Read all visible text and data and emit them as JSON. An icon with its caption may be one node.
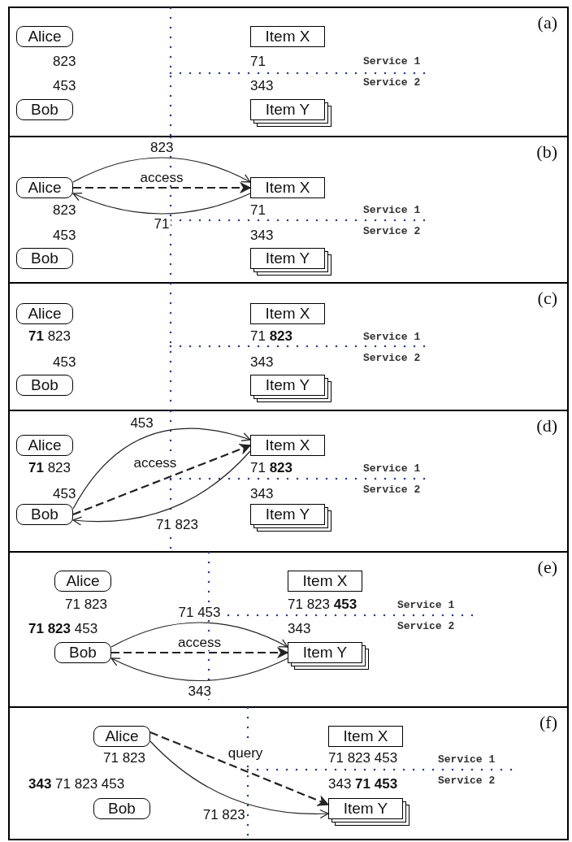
{
  "diagram": {
    "nodes": [
      {
        "text": [
          "(a)"
        ]
      },
      {
        "text": [
          "Alice"
        ],
        "in": 0,
        "beside": [
          "823"
        ]
      },
      {
        "text": [
          "Bob"
        ],
        "in": 0,
        "beside": [
          "453"
        ]
      },
      {
        "text": [
          "Item X"
        ],
        "in": 0,
        "beside": [
          "71"
        ]
      },
      {
        "text": [
          "Item Y"
        ],
        "in": 0,
        "beside": [
          "343"
        ]
      },
      {
        "text": [
          "(b)"
        ]
      },
      {
        "text": [
          "Alice"
        ],
        "in": 5,
        "beside": [
          "823"
        ]
      },
      {
        "text": [
          "Bob"
        ],
        "in": 5,
        "beside": [
          "453"
        ]
      },
      {
        "text": [
          "Item X"
        ],
        "in": 5,
        "beside": [
          "71"
        ]
      },
      {
        "text": [
          "Item Y"
        ],
        "in": 5,
        "beside": [
          "343"
        ]
      },
      {
        "text": [
          "(c)"
        ]
      },
      {
        "text": [
          "Alice"
        ],
        "in": 10,
        "beside": [
          "**71** 823"
        ]
      },
      {
        "text": [
          "Bob"
        ],
        "in": 10,
        "beside": [
          "453"
        ]
      },
      {
        "text": [
          "Item X"
        ],
        "in": 10,
        "beside": [
          "71 **823**"
        ]
      },
      {
        "text": [
          "Item Y"
        ],
        "in": 10,
        "beside": [
          "343"
        ]
      },
      {
        "text": [
          "(d)"
        ]
      },
      {
        "text": [
          "Alice"
        ],
        "in": 15,
        "beside": [
          "**71** 823"
        ]
      },
      {
        "text": [
          "Bob"
        ],
        "in": 15,
        "beside": [
          "453"
        ]
      },
      {
        "text": [
          "Item X"
        ],
        "in": 15,
        "beside": [
          "71 **823**"
        ]
      },
      {
        "text": [
          "Item Y"
        ],
        "in": 15,
        "beside": [
          "343"
        ]
      },
      {
        "text": [
          "(e)"
        ]
      },
      {
        "text": [
          "Alice"
        ],
        "in": 20,
        "beside": [
          "71 823"
        ]
      },
      {
        "text": [
          "Bob"
        ],
        "in": 20,
        "beside": [
          "**71 823** 453"
        ]
      },
      {
        "text": [
          "Item X"
        ],
        "in": 20,
        "beside": [
          "71 823 **453**"
        ]
      },
      {
        "text": [
          "Item Y"
        ],
        "in": 20,
        "beside": [
          "343"
        ]
      },
      {
        "text": [
          "(f)"
        ]
      },
      {
        "text": [
          "Alice"
        ],
        "in": 25,
        "beside": [
          "71 823"
        ]
      },
      {
        "text": [
          "Bob"
        ],
        "in": 25,
        "beside": [
          "**343** 71 823 453"
        ]
      },
      {
        "text": [
          "Item X"
        ],
        "in": 25,
        "beside": [
          "71 823 453"
        ]
      },
      {
        "text": [
          "Item Y"
        ],
        "in": 25,
        "beside": [
          "343 **71 453**"
        ]
      }
    ],
    "edges": [
      {
        "from": 6,
        "to": 8,
        "arrow": "to",
        "label": "823"
      },
      {
        "from": 6,
        "to": 8,
        "arrow": "to",
        "label": "access",
        "style": "dashed"
      },
      {
        "from": 8,
        "to": 6,
        "arrow": "to",
        "label": "71"
      },
      {
        "from": 17,
        "to": 18,
        "arrow": "to",
        "label": "453"
      },
      {
        "from": 17,
        "to": 18,
        "arrow": "to",
        "label": "access",
        "style": "dashed"
      },
      {
        "from": 18,
        "to": 17,
        "arrow": "to",
        "label": "71 823"
      },
      {
        "from": 22,
        "to": 24,
        "arrow": "to",
        "label": "71 453"
      },
      {
        "from": 22,
        "to": 24,
        "arrow": "to",
        "label": "access",
        "style": "dashed"
      },
      {
        "from": 24,
        "to": 22,
        "arrow": "to",
        "label": "343"
      },
      {
        "from": 26,
        "to": 29,
        "arrow": "to",
        "label": "query",
        "style": "dashed"
      },
      {
        "from": 26,
        "to": 29,
        "arrow": "to",
        "label": "71 823"
      }
    ],
    "labels": [
      "Service 1",
      "Service 2",
      "Service 1",
      "Service 2",
      "Service 1",
      "Service 2",
      "Service 1",
      "Service 2",
      "Service 1",
      "Service 2",
      "Service 1",
      "Service 2"
    ]
  }
}
